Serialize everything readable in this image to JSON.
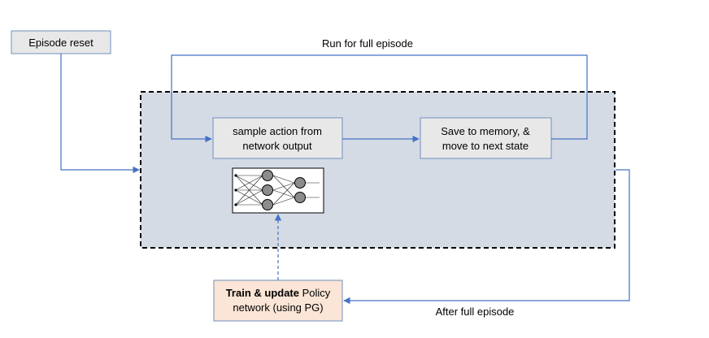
{
  "nodes": {
    "episode_reset": {
      "label": "Episode reset"
    },
    "sample_action": {
      "line1": "sample action from",
      "line2": "network output"
    },
    "save_memory": {
      "line1": "Save to memory, &",
      "line2": "move to next state"
    },
    "train_update": {
      "line1_bold": "Train & update",
      "line1_rest": " Policy",
      "line2": "network (using PG)"
    },
    "network_image": {
      "icon": "neural-network-icon"
    }
  },
  "edges": {
    "loop_label": "Run for full episode",
    "after_label": "After full episode"
  },
  "colors": {
    "gray_box_fill": "#e8e8e8",
    "gray_box_stroke": "#6f8fbf",
    "container_fill": "#d5dbe5",
    "train_fill": "#fbe5d6",
    "arrow": "#4472c4"
  }
}
